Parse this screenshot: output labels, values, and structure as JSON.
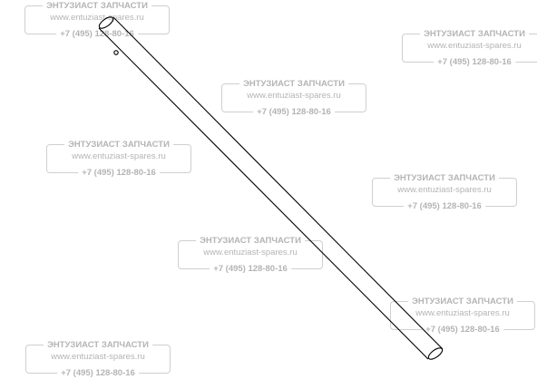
{
  "watermark": {
    "company": "ЭНТУЗИАСТ ЗАПЧАСТИ",
    "website": "www.entuziast-spares.ru",
    "phone": "+7 (495) 128-80-16"
  },
  "colors": {
    "watermark_text": "#b4b4b4",
    "watermark_frame": "#cfcfcf",
    "part_outline": "#000000",
    "background": "#ffffff"
  }
}
